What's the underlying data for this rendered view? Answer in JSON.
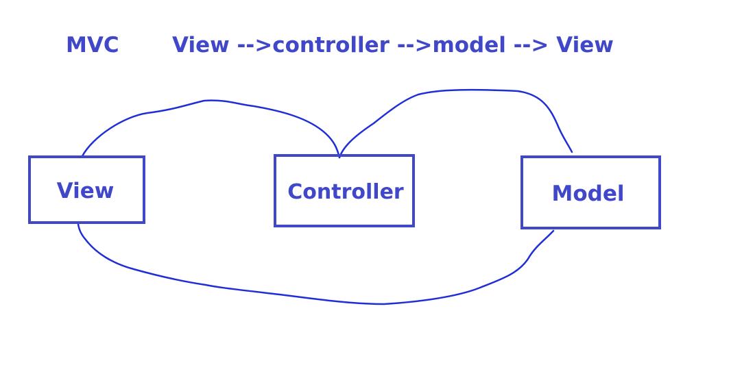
{
  "header": {
    "title": "MVC",
    "flow": "View -->controller -->model --> View"
  },
  "nodes": [
    {
      "id": "view",
      "label": "View"
    },
    {
      "id": "controller",
      "label": "Controller"
    },
    {
      "id": "model",
      "label": "Model"
    }
  ],
  "edges": [
    {
      "from": "view",
      "to": "controller"
    },
    {
      "from": "controller",
      "to": "model"
    },
    {
      "from": "model",
      "to": "view"
    }
  ],
  "colors": {
    "text": "#4047c9",
    "box_border": "#4047c9",
    "curve": "#1f2ed6",
    "background": "#ffffff"
  }
}
